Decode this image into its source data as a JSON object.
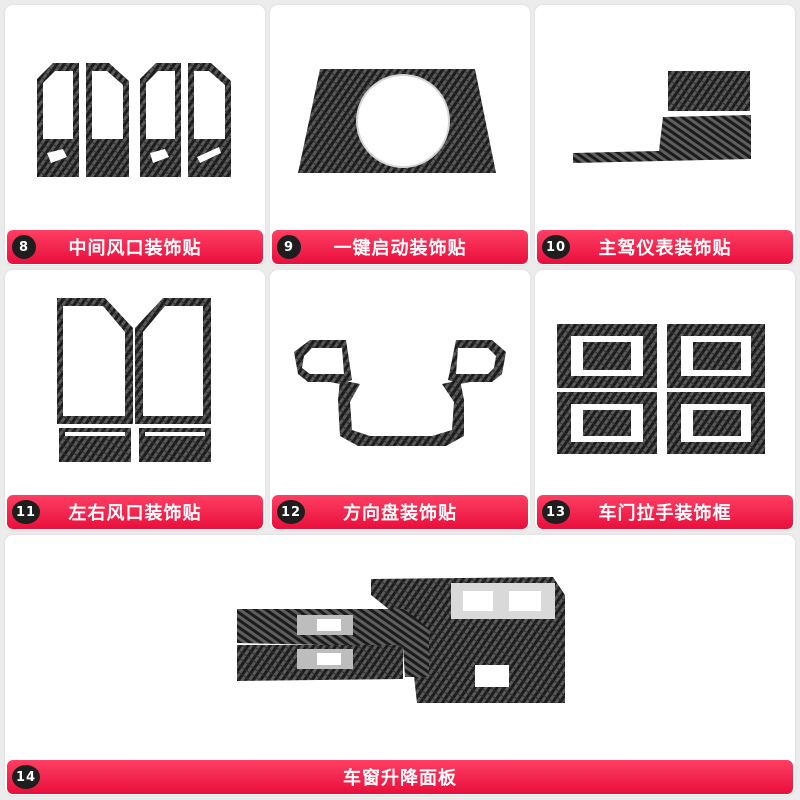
{
  "colors": {
    "accent": "#e80f3c",
    "badge": "#1e1e1e",
    "panel_background": "#ffffff",
    "page_background": "#ececec"
  },
  "items": [
    {
      "number": "8",
      "label": "中间风口装饰贴",
      "illustration": "center-air-vent-trim"
    },
    {
      "number": "9",
      "label": "一键启动装饰贴",
      "illustration": "start-button-trim"
    },
    {
      "number": "10",
      "label": "主驾仪表装饰贴",
      "illustration": "dashboard-trim"
    },
    {
      "number": "11",
      "label": "左右风口装饰贴",
      "illustration": "side-air-vent-trim"
    },
    {
      "number": "12",
      "label": "方向盘装饰贴",
      "illustration": "steering-wheel-trim"
    },
    {
      "number": "13",
      "label": "车门拉手装饰框",
      "illustration": "door-handle-frame"
    },
    {
      "number": "14",
      "label": "车窗升降面板",
      "illustration": "window-lift-panel"
    }
  ]
}
